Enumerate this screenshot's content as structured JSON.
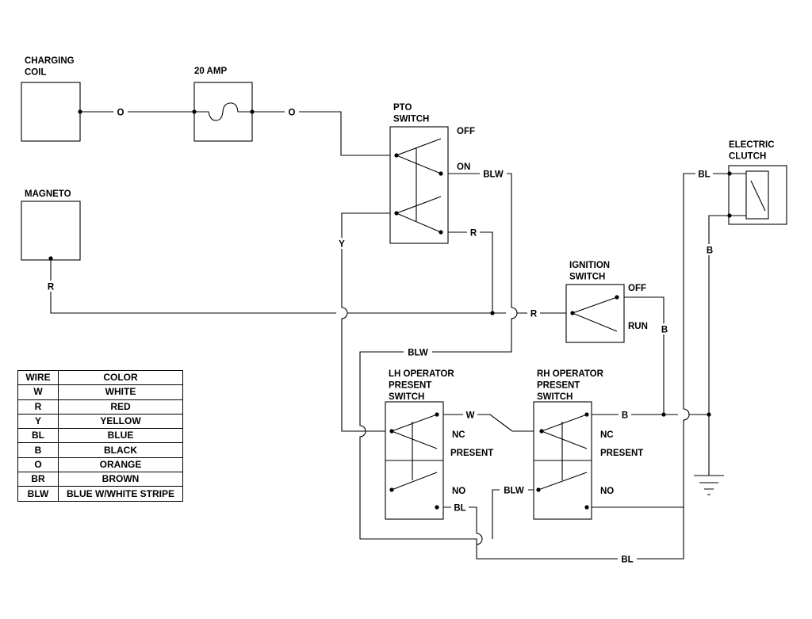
{
  "components": {
    "charging_coil": "CHARGING\nCOIL",
    "fuse": "20 AMP",
    "magneto": "MAGNETO",
    "pto_switch": "PTO\nSWITCH",
    "ignition_switch": "IGNITION\nSWITCH",
    "electric_clutch": "ELECTRIC\nCLUTCH",
    "lh_switch": "LH OPERATOR\nPRESENT\nSWITCH",
    "rh_switch": "RH OPERATOR\nPRESENT\nSWITCH"
  },
  "positions": {
    "pto_off": "OFF",
    "pto_on": "ON",
    "ign_off": "OFF",
    "ign_run": "RUN",
    "lh_nc": "NC",
    "lh_present": "PRESENT",
    "lh_no": "NO",
    "rh_nc": "NC",
    "rh_present": "PRESENT",
    "rh_no": "NO"
  },
  "wire_labels": {
    "o1": "O",
    "o2": "O",
    "blw_pto": "BLW",
    "r_pto": "R",
    "y_pto": "Y",
    "r_magneto": "R",
    "r_ign": "R",
    "b_ign": "B",
    "bl_clutch": "BL",
    "b_clutch": "B",
    "blw_mid": "BLW",
    "w_lh": "W",
    "b_rh": "B",
    "bl_lh": "BL",
    "blw_rh": "BLW",
    "bl_bottom": "BL"
  },
  "legend": {
    "header": [
      "WIRE",
      "COLOR"
    ],
    "rows": [
      [
        "W",
        "WHITE"
      ],
      [
        "R",
        "RED"
      ],
      [
        "Y",
        "YELLOW"
      ],
      [
        "BL",
        "BLUE"
      ],
      [
        "B",
        "BLACK"
      ],
      [
        "O",
        "ORANGE"
      ],
      [
        "BR",
        "BROWN"
      ],
      [
        "BLW",
        "BLUE W/WHITE STRIPE"
      ]
    ]
  }
}
